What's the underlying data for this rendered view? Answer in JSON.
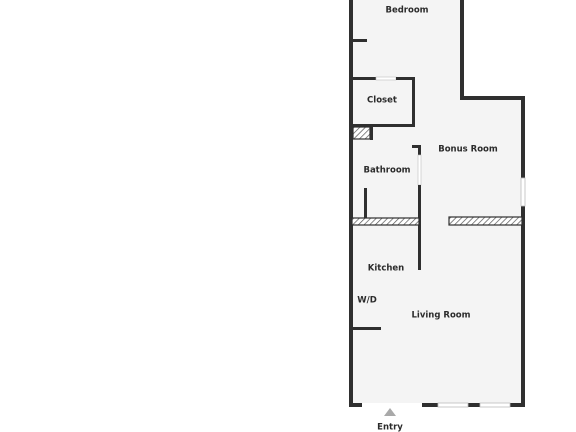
{
  "floorplan": {
    "rooms": {
      "bedroom": "Bedroom",
      "closet": "Closet",
      "bonus_room": "Bonus Room",
      "bathroom": "Bathroom",
      "kitchen": "Kitchen",
      "wd": "W/D",
      "living_room": "Living Room"
    },
    "entry_label": "Entry",
    "colors": {
      "wall": "#2f2f2f",
      "floor": "#f4f4f4",
      "entry_marker": "#a9a9a9"
    },
    "icons": {
      "entry": "triangle-up-icon"
    }
  }
}
